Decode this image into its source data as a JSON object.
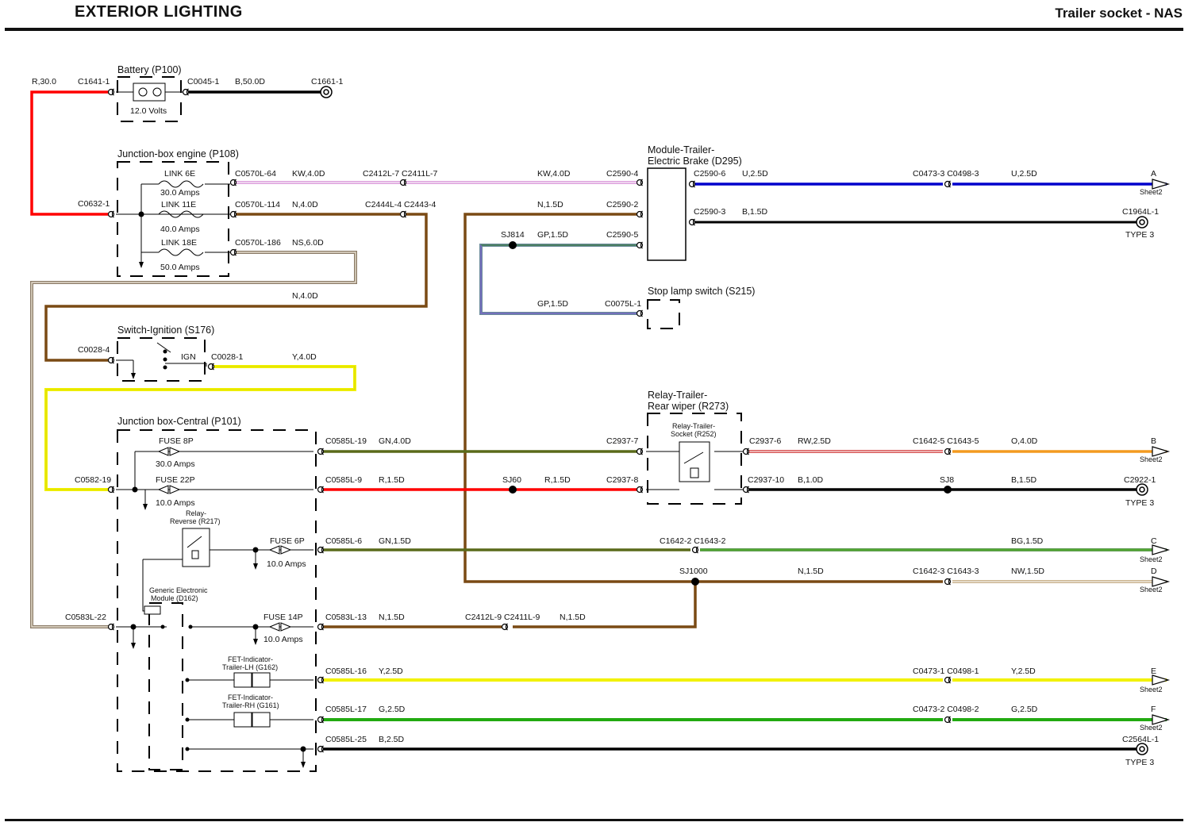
{
  "header": {
    "title": "EXTERIOR LIGHTING",
    "subtitle": "Trailer socket - NAS"
  },
  "colors": {
    "red": "#ff0000",
    "brown": "#7a4a14",
    "yellow": "#f2f200",
    "black": "#000000",
    "blue": "#0000cc",
    "green": "#22aa11",
    "olive": "#5a6a1a",
    "orange": "#f39a20",
    "pink": "#f0a0f0",
    "tan": "#b8a890"
  },
  "components": {
    "battery": {
      "title": "Battery (P100)",
      "rating": "12.0 Volts"
    },
    "jb_engine": {
      "title": "Junction-box engine (P108)",
      "link6e": "LINK 6E",
      "link6e_amps": "30.0 Amps",
      "link11e": "LINK  11E",
      "link11e_amps": "40.0 Amps",
      "link18e": "LINK  18E",
      "link18e_amps": "50.0 Amps"
    },
    "ignition": {
      "title": "Switch-Ignition (S176)",
      "pos": "IGN"
    },
    "jb_central": {
      "title": "Junction box-Central (P101)",
      "fuse8p": "FUSE 8P",
      "fuse8p_amps": "30.0 Amps",
      "fuse22p": "FUSE 22P",
      "fuse22p_amps": "10.0 Amps",
      "fuse6p": "FUSE 6P",
      "fuse6p_amps": "10.0 Amps",
      "fuse14p": "FUSE 14P",
      "fuse14p_amps": "10.0 Amps"
    },
    "relay_reverse": {
      "line1": "Relay-",
      "line2": "Reverse (R217)"
    },
    "gem": {
      "line1": "Generic Electronic",
      "line2": "Module (D162)"
    },
    "fet_lh": {
      "line1": "FET-Indicator-",
      "line2": "Trailer-LH (G162)"
    },
    "fet_rh": {
      "line1": "FET-Indicator-",
      "line2": "Trailer-RH (G161)"
    },
    "brake_module": {
      "line1": "Module-Trailer-",
      "line2": "Electric Brake (D295)"
    },
    "stop_switch": {
      "title": "Stop lamp switch (S215)"
    },
    "relay_wiper": {
      "line1": "Relay-Trailer-",
      "line2": "Rear wiper (R273)",
      "inner1": "Relay-Trailer-",
      "inner2": "Socket (R252)"
    }
  },
  "labels": {
    "r300": "R,30.0",
    "c1641_1": "C1641-1",
    "c0045_1": "C0045-1",
    "b500d": "B,50.0D",
    "c1661_1": "C1661-1",
    "c0632_1": "C0632-1",
    "c0570l_64": "C0570L-64",
    "kw40d_a": "KW,4.0D",
    "c2412l_7": "C2412L-7 C2411L-7",
    "kw40d_b": "KW,4.0D",
    "c2590_4": "C2590-4",
    "c0570l_114": "C0570L-114",
    "n40d_a": "N,4.0D",
    "c2444l_4": "C2444L-4 C2443-4",
    "n15d_a": "N,1.5D",
    "c2590_2": "C2590-2",
    "c0570l_186": "C0570L-186",
    "ns60d": "NS,6.0D",
    "sj814": "SJ814",
    "gp15d_a": "GP,1.5D",
    "c2590_5": "C2590-5",
    "n40d_b": "N,4.0D",
    "gp15d_b": "GP,1.5D",
    "c0075l_1": "C0075L-1",
    "c0028_4": "C0028-4",
    "c0028_1": "C0028-1",
    "y40d": "Y,4.0D",
    "c2590_6": "C2590-6",
    "u25d_a": "U,2.5D",
    "c0473_3": "C0473-3 C0498-3",
    "u25d_b": "U,2.5D",
    "a": "A",
    "sheet2_a": "Sheet2",
    "c2590_3": "C2590-3",
    "b15d_a": "B,1.5D",
    "c1964l_1": "C1964L-1",
    "type3_a": "TYPE 3",
    "c0585l_19": "C0585L-19",
    "gn40d": "GN,4.0D",
    "c2937_7": "C2937-7",
    "c2937_6": "C2937-6",
    "rw25d": "RW,2.5D",
    "c1642_5": "C1642-5 C1643-5",
    "o40d": "O,4.0D",
    "b_l": "B",
    "sheet2_b": "Sheet2",
    "c0582_19": "C0582-19",
    "c0585l_9": "C0585L-9",
    "r15d_a": "R,1.5D",
    "sj60": "SJ60",
    "r15d_b": "R,1.5D",
    "c2937_8": "C2937-8",
    "c2937_10": "C2937-10",
    "b10d": "B,1.0D",
    "sj8": "SJ8",
    "b15d_b": "B,1.5D",
    "c2922_1": "C2922-1",
    "type3_b": "TYPE 3",
    "c0585l_6": "C0585L-6",
    "gn15d": "GN,1.5D",
    "c1642_2": "C1642-2 C1643-2",
    "bg15d": "BG,1.5D",
    "c_l": "C",
    "sheet2_c": "Sheet2",
    "sj1000": "SJ1000",
    "n15d_b": "N,1.5D",
    "c1642_3": "C1642-3 C1643-3",
    "nw15d": "NW,1.5D",
    "d_l": "D",
    "sheet2_d": "Sheet2",
    "c0583l_22": "C0583L-22",
    "c0583l_13": "C0583L-13",
    "n15d_c": "N,1.5D",
    "c2412l_9": "C2412L-9 C2411L-9",
    "n15d_d": "N,1.5D",
    "c0585l_16": "C0585L-16",
    "y25d": "Y,2.5D",
    "c0473_1": "C0473-1 C0498-1",
    "y25d_b": "Y,2.5D",
    "e_l": "E",
    "sheet2_e": "Sheet2",
    "c0585l_17": "C0585L-17",
    "g25d": "G,2.5D",
    "c0473_2": "C0473-2 C0498-2",
    "g25d_b": "G,2.5D",
    "f_l": "F",
    "sheet2_f": "Sheet2",
    "c0585l_25": "C0585L-25",
    "b25d": "B,2.5D",
    "c2564l_1": "C2564L-1",
    "type3_c": "TYPE 3"
  }
}
